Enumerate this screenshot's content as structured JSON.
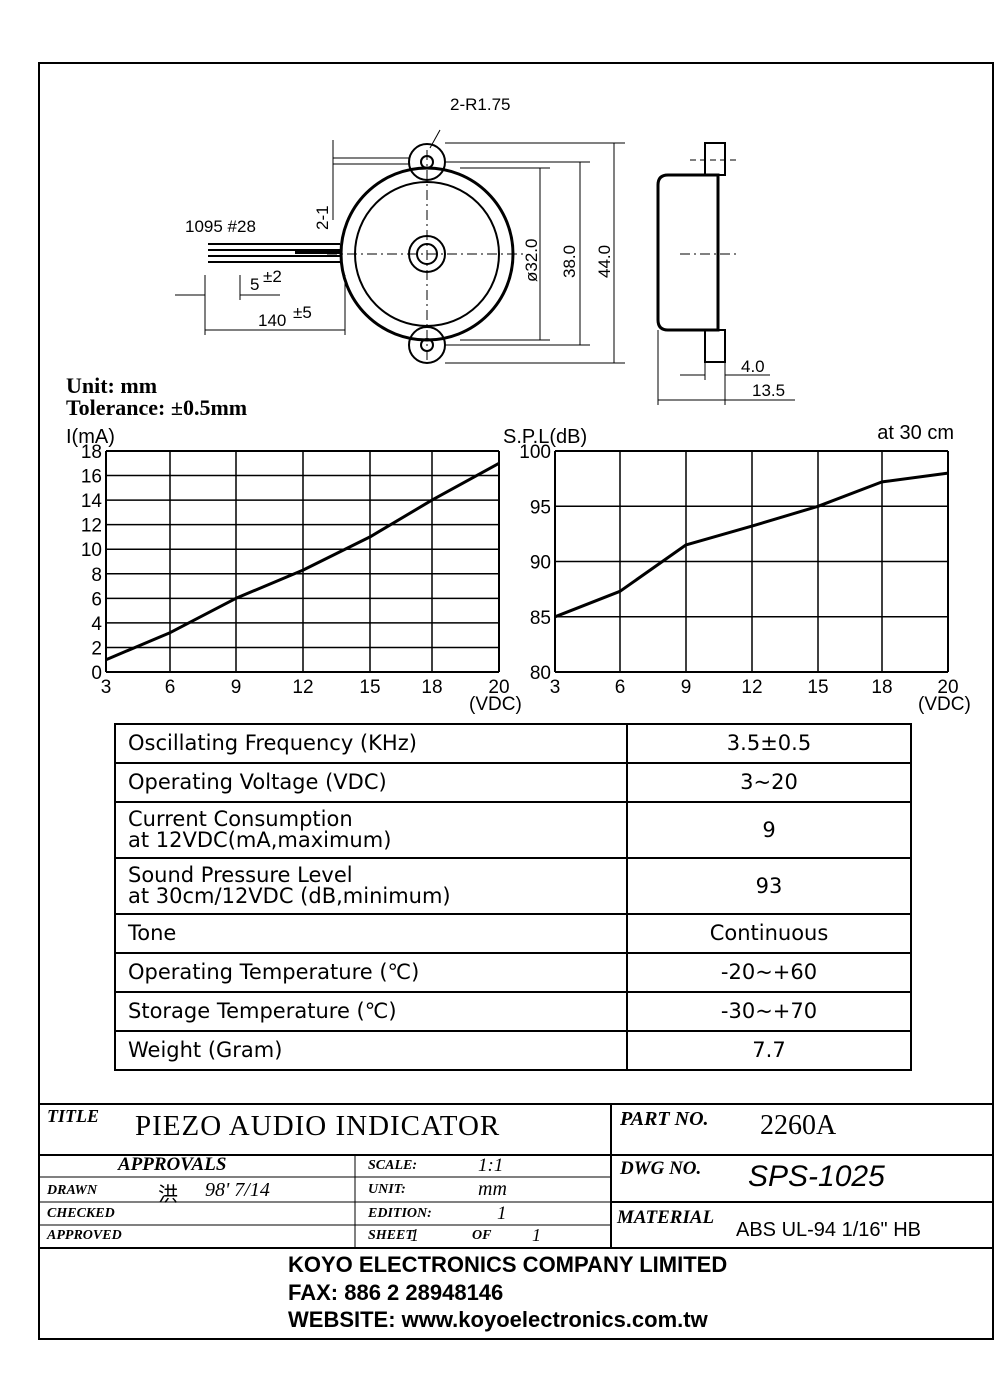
{
  "drawing": {
    "dimensions": {
      "hole_radius": "2-R1.75",
      "wire_spec": "1095 #28",
      "ear_offset": "2-1",
      "strip_length": "5",
      "strip_tol": "±2",
      "lead_length": "140",
      "lead_tol": "±5",
      "dia_body": "ø32.0",
      "hole_pitch": "38.0",
      "overall_height": "44.0",
      "ear_thickness": "4.0",
      "body_depth": "13.5"
    },
    "unit_label": "Unit: mm",
    "tolerance_label": "Tolerance: ±0.5mm"
  },
  "chart_data": [
    {
      "type": "line",
      "ylabel": "I(mA)",
      "xlabel": "(VDC)",
      "x_ticks": [
        "3",
        "6",
        "9",
        "12",
        "15",
        "18",
        "20"
      ],
      "y_ticks": [
        "0",
        "2",
        "4",
        "6",
        "8",
        "10",
        "12",
        "14",
        "16",
        "18"
      ],
      "xlim": [
        3,
        20
      ],
      "ylim": [
        0,
        18
      ],
      "grid": true,
      "series": [
        {
          "x": [
            3,
            6,
            9,
            12,
            15,
            18,
            20
          ],
          "y": [
            1,
            3.2,
            6,
            8.3,
            11,
            14,
            17
          ]
        }
      ]
    },
    {
      "type": "line",
      "ylabel": "S.P.L(dB)",
      "annotation": "at 30 cm",
      "xlabel": "(VDC)",
      "x_ticks": [
        "3",
        "6",
        "9",
        "12",
        "15",
        "18",
        "20"
      ],
      "y_ticks": [
        "80",
        "85",
        "90",
        "95",
        "100"
      ],
      "xlim": [
        3,
        20
      ],
      "ylim": [
        80,
        100
      ],
      "grid": true,
      "series": [
        {
          "x": [
            3,
            6,
            9,
            12,
            15,
            18,
            20
          ],
          "y": [
            85,
            87.3,
            91.5,
            93.2,
            95,
            97.2,
            98
          ]
        }
      ]
    }
  ],
  "specs": [
    {
      "label": "Oscillating Frequency (KHz)",
      "value": "3.5±0.5"
    },
    {
      "label": "Operating Voltage (VDC)",
      "value": "3~20"
    },
    {
      "label": "Current Consumption",
      "label2": "at 12VDC(mA,maximum)",
      "value": "9"
    },
    {
      "label": "Sound Pressure Level",
      "label2": "at 30cm/12VDC (dB,minimum)",
      "value": "93"
    },
    {
      "label": "Tone",
      "value": "Continuous"
    },
    {
      "label": "Operating Temperature (℃)",
      "value": "-20~+60"
    },
    {
      "label": "Storage Temperature (℃)",
      "value": "-30~+70"
    },
    {
      "label": "Weight (Gram)",
      "value": "7.7"
    }
  ],
  "title_block": {
    "title_label": "TITLE",
    "title": "PIEZO AUDIO INDICATOR",
    "part_no_label": "PART NO.",
    "part_no": "2260A",
    "approvals_label": "APPROVALS",
    "scale_label": "SCALE:",
    "scale": "1:1",
    "dwg_no_label": "DWG NO.",
    "dwg_no": "SPS-1025",
    "drawn_label": "DRAWN",
    "drawn_by": "洪",
    "drawn_date": "98' 7/14",
    "unit_label": "UNIT:",
    "unit": "mm",
    "checked_label": "CHECKED",
    "edition_label": "EDITION:",
    "edition": "1",
    "material_label": "MATERIAL",
    "material": "ABS UL-94 1/16\" HB",
    "approved_label": "APPROVED",
    "sheet_label": "SHEET",
    "sheet": "1",
    "of_label": "OF",
    "sheet_total": "1"
  },
  "footer": {
    "company": "KOYO ELECTRONICS COMPANY LIMITED",
    "fax": "FAX: 886 2 28948146",
    "website": "WEBSITE: www.koyoelectronics.com.tw"
  }
}
